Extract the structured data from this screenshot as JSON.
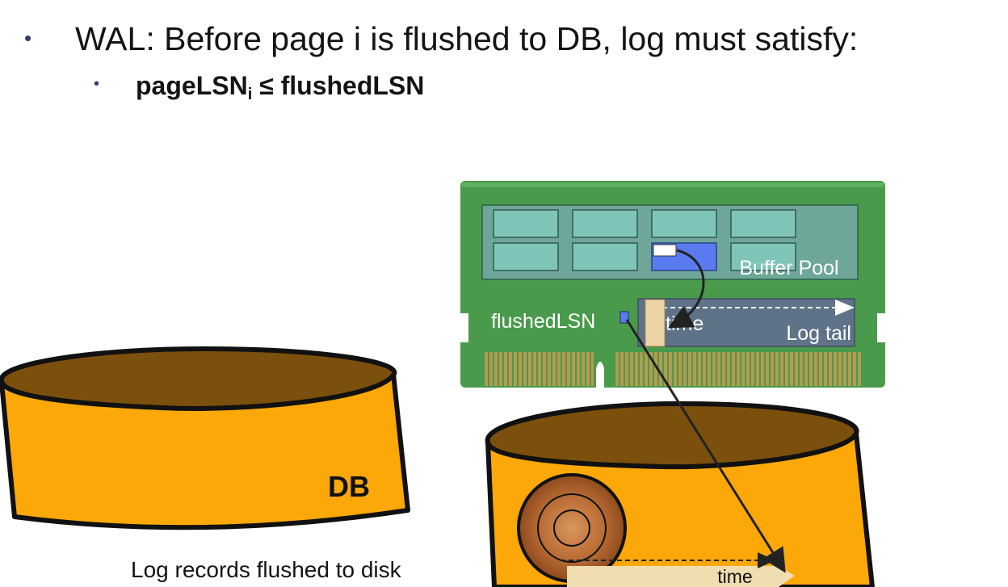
{
  "bullets": [
    {
      "text": "WAL:  Before page i is flushed to DB, log must satisfy:"
    },
    {
      "main": "pageLSN",
      "subscript": "i",
      "rest": " ≤ flushedLSN"
    }
  ],
  "diagram": {
    "buffer_pool_label": "Buffer Pool",
    "flushed_lsn_label": "flushedLSN",
    "time_label_memory": "time",
    "log_tail_label": "Log tail",
    "db_label": "DB",
    "time_label_disk": "time",
    "caption": "Log records flushed to disk"
  },
  "colors": {
    "board_green": "#4a9a4c",
    "page_slot": "#7fc4b8",
    "highlight_page": "#5b7cf0",
    "disk_orange": "#fba808",
    "disk_top": "#7b4f0c",
    "log_tail": "#5e7288",
    "pins": "#b59a4f",
    "bullet": "#333d6b"
  }
}
